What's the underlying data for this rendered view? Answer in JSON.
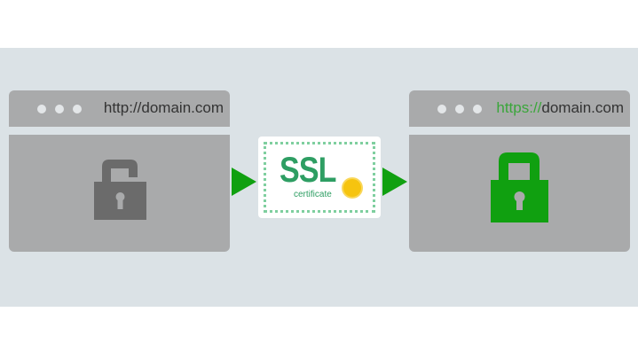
{
  "left_browser": {
    "url": "http://domain.com",
    "lock_state": "unlocked",
    "lock_color": "#6b6b6b"
  },
  "certificate": {
    "title": "SSL",
    "subtitle": "certificate",
    "color": "#2e9e63"
  },
  "right_browser": {
    "url_scheme": "https://",
    "url_domain": "domain.com",
    "lock_state": "locked",
    "lock_color": "#10a010"
  },
  "colors": {
    "arrow": "#10a010",
    "background": "#dbe2e6",
    "browser": "#a9aaab"
  }
}
